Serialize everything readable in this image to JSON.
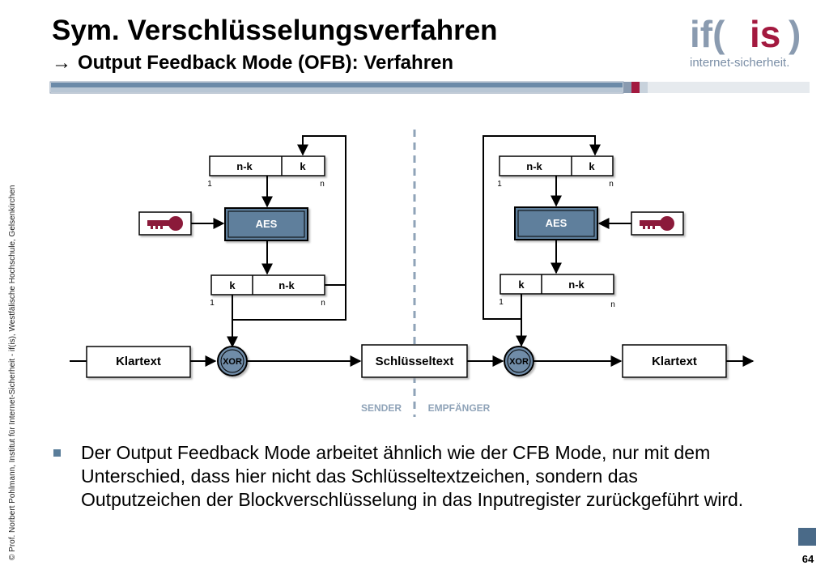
{
  "header": {
    "title": "Sym. Verschlüsselungsverfahren",
    "subtitle_arrow": "→",
    "subtitle": "Output Feedback Mode (OFB): Verfahren"
  },
  "logo": {
    "mark_left": "if(",
    "mark_mid": "is",
    "mark_right": ")",
    "tagline": "internet-sicherheit."
  },
  "sidebar": {
    "copyright": "© Prof. Norbert Pohlmann, Institut für Internet-Sicherheit - if(is), Westfälische Hochschule, Gelsenkirchen"
  },
  "diagram": {
    "sender": {
      "register_top": {
        "left": "n-k",
        "right": "k",
        "index_start": "1",
        "index_end": "n"
      },
      "cipher": "AES",
      "register_bottom": {
        "left": "k",
        "right": "n-k",
        "index_start": "1",
        "index_end": "n"
      },
      "xor": "XOR",
      "input": "Klartext",
      "label": "SENDER"
    },
    "channel": "Schlüsseltext",
    "receiver": {
      "register_top": {
        "left": "n-k",
        "right": "k",
        "index_start": "1",
        "index_end": "n"
      },
      "cipher": "AES",
      "register_bottom": {
        "left": "k",
        "right": "n-k",
        "index_start": "1",
        "index_end": "n"
      },
      "xor": "XOR",
      "output": "Klartext",
      "label": "EMPFÄNGER"
    }
  },
  "colors": {
    "accent": "#5a7d9a",
    "cipher_fill": "#5f7f9c",
    "key": "#8b1a3a",
    "logo_red": "#a3193f",
    "logo_gray": "#8a9bb0"
  },
  "bullet": {
    "text": "Der Output Feedback Mode arbeitet ähnlich wie der CFB Mode, nur mit dem Unterschied, dass hier nicht das Schlüsseltextzeichen, sondern das Outputzeichen der Blockverschlüsselung in das Inputregister zurückgeführt wird."
  },
  "page": {
    "number": "64"
  }
}
